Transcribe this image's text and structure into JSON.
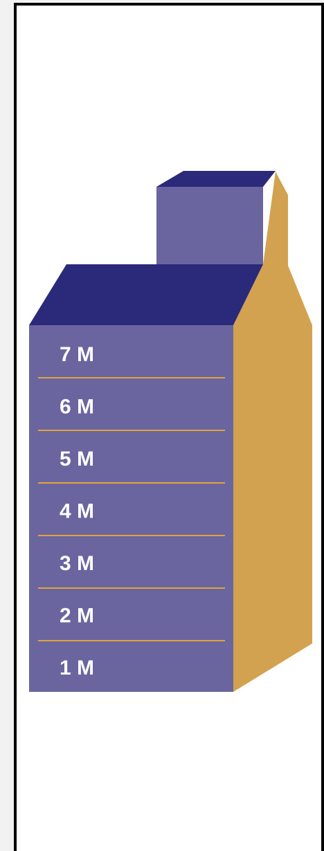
{
  "diagram": {
    "floors": [
      {
        "label": "7 M"
      },
      {
        "label": "6 M"
      },
      {
        "label": "5 M"
      },
      {
        "label": "4 M"
      },
      {
        "label": "3 M"
      },
      {
        "label": "2 M"
      },
      {
        "label": "1 M"
      }
    ],
    "colors": {
      "facade": "#6a649f",
      "roof": "#2b2a7a",
      "side": "#d2a251",
      "divider": "#e1a43d",
      "label": "#ffffff",
      "frame": "#000000"
    }
  }
}
